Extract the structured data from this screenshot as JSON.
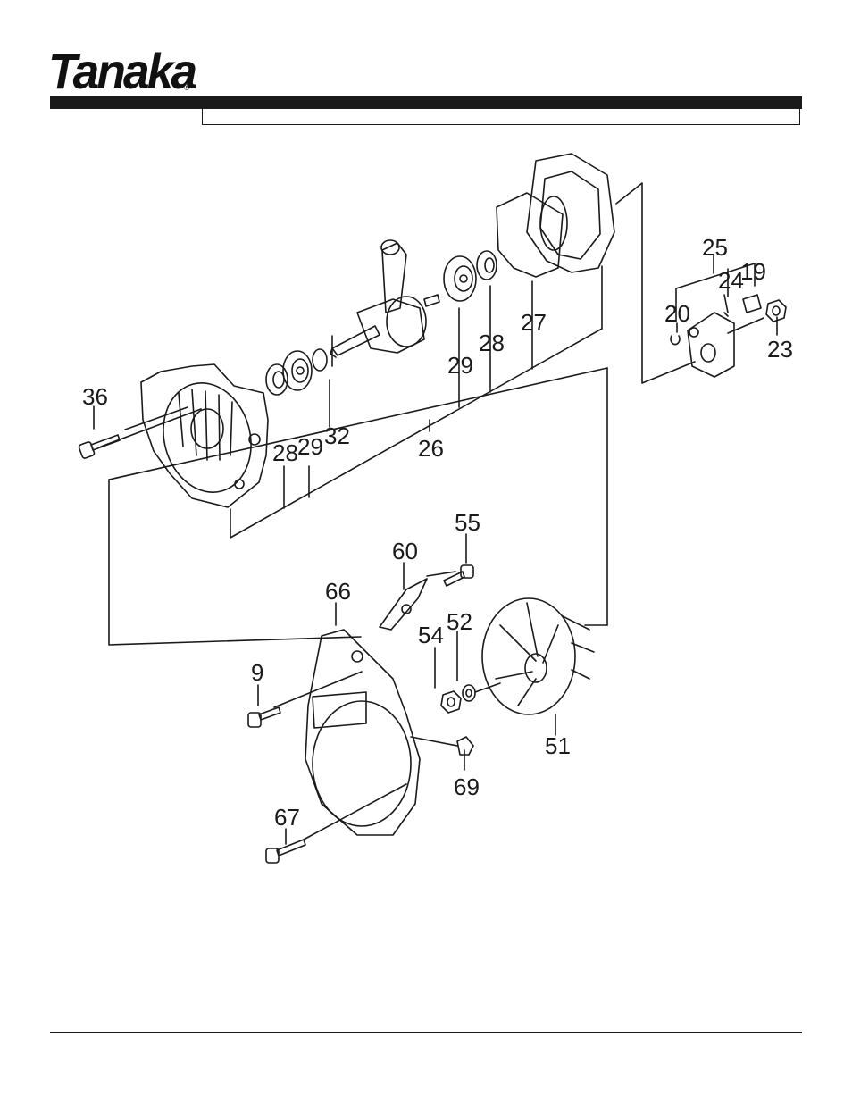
{
  "brand": {
    "logo_text": "Tanaka",
    "registered_mark": "®"
  },
  "callouts": {
    "c36": "36",
    "c28a": "28",
    "c29a": "29",
    "c32": "32",
    "c26": "26",
    "c29b": "29",
    "c28b": "28",
    "c27": "27",
    "c25": "25",
    "c24": "24",
    "c19": "19",
    "c20": "20",
    "c23": "23",
    "c55": "55",
    "c60": "60",
    "c66": "66",
    "c54": "54",
    "c52": "52",
    "c9": "9",
    "c51": "51",
    "c69": "69",
    "c67": "67"
  }
}
